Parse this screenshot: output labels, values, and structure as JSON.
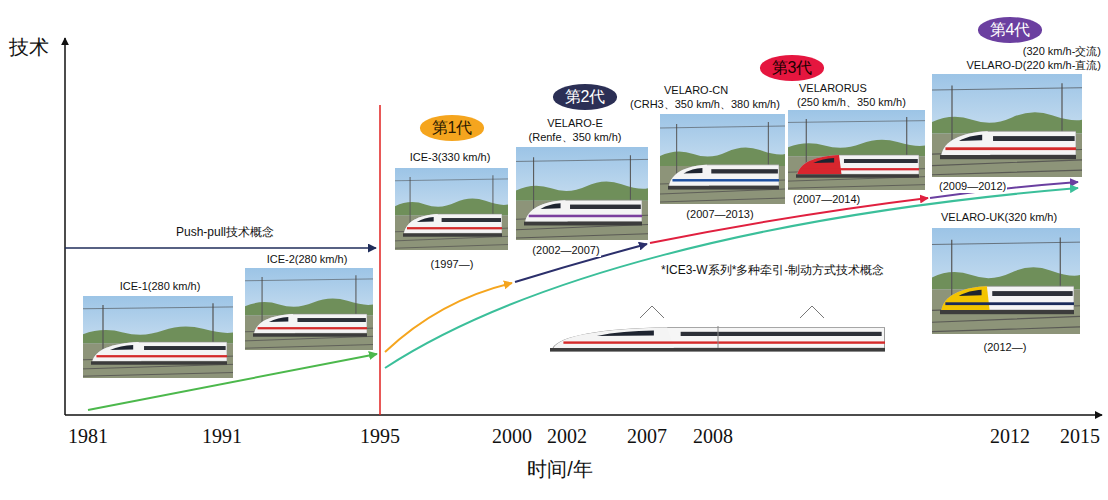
{
  "diagram": {
    "nodes": [
      {
        "text": [
          "第1代"
        ]
      },
      {
        "text": [
          "第2代"
        ]
      },
      {
        "text": [
          "第3代"
        ]
      },
      {
        "text": [
          "第4代"
        ]
      }
    ],
    "labels": [
      "技术",
      "时间/年",
      "1981",
      "1991",
      "1995",
      "2000",
      "2002",
      "2007",
      "2008",
      "2012",
      "2015",
      "Push-pull技术概念",
      "ICE-1(280 km/h)",
      "ICE-2(280 km/h)",
      "ICE-3(330 km/h)",
      "(1997—)",
      "VELARO-E",
      "(Renfe、350 km/h)",
      "(2002—2007)",
      "VELARO-CN",
      "(CRH3、350 km/h、380 km/h)",
      "(2007—2013)",
      "VELARORUS",
      "(250 km/h、350 km/h)",
      "(2007—2014)",
      "(320 km/h-交流)",
      "VELARO-D(220 km/h-直流)",
      "(2009—2012)",
      "VELARO-UK(320 km/h)",
      "(2012—)",
      "*ICE3-W系列*多种牵引-制动方式技术概念"
    ]
  }
}
